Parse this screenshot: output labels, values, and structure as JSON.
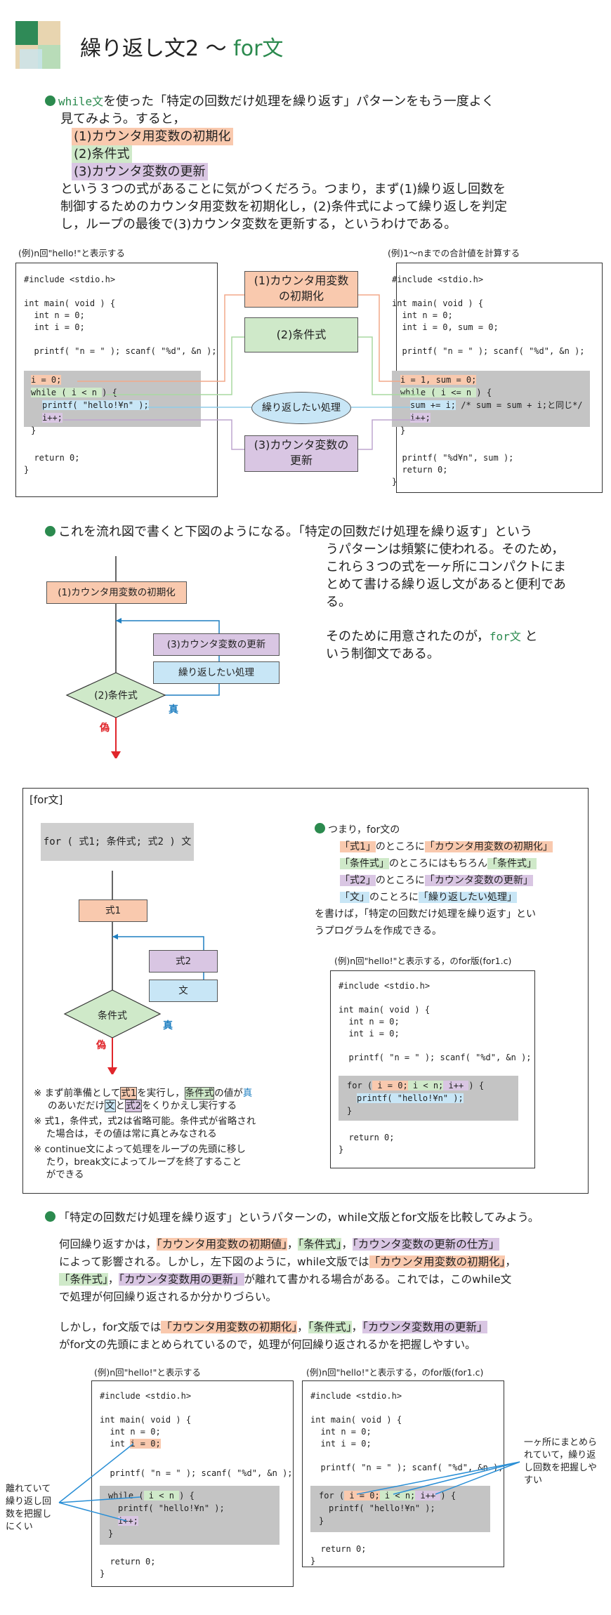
{
  "header": {
    "title": "繰り返し文2 〜 ",
    "title_accent": "for文"
  },
  "intro": {
    "line1_accent": "while文",
    "line1": "を使った「特定の回数だけ処理を繰り返す」パターンをもう一度よく",
    "line2": "見てみよう。すると，",
    "item1": "(1)カウンタ用変数の初期化",
    "item2": "(2)条件式",
    "item3": "(3)カウンタ変数の更新",
    "line3": "という３つの式があることに気がつくだろう。つまり，まず(1)繰り返し回数を",
    "line4": "制御するためのカウンタ用変数を初期化し，(2)条件式によって繰り返しを判定",
    "line5": "し，ループの最後で(3)カウンタ変数を更新する，というわけである。"
  },
  "example1": {
    "left_caption": "(例)n回\"hello!\"と表示する",
    "right_caption": "(例)1〜nまでの合計値を計算する",
    "left_code_top": "#include <stdio.h>\n\nint main( void ) {\n  int n = 0;\n  int i = 0;\n\n  printf( \"n = \" ); scanf( \"%d\", &n );",
    "left_l1": "i = 0;",
    "left_l2a": "while (",
    "left_l2b": " i < n ",
    "left_l2c": ") {",
    "left_l3": "printf( \"hello!¥n\" );",
    "left_l4": "i++;",
    "left_l5": "}",
    "left_code_bottom": "  return 0;\n}",
    "right_code_top": "#include <stdio.h>\n\nint main( void ) {\n  int n = 0;\n  int i = 0, sum = 0;\n\n  printf( \"n = \" ); scanf( \"%d\", &n );",
    "right_l1": "i = 1, sum = 0;",
    "right_l2a": "while (",
    "right_l2b": " i <= n ",
    "right_l2c": ") {",
    "right_l3a": "sum += i;",
    "right_l3b": " /* sum = sum + i;と同じ*/",
    "right_l4": "i++;",
    "right_l5": "}",
    "right_code_bottom": "  printf( \"%d¥n\", sum );\n  return 0;\n}",
    "label_init": "(1)カウンタ用変数\nの初期化",
    "label_cond": "(2)条件式",
    "label_body": "繰り返したい処理",
    "label_update": "(3)カウンタ変数の\n更新"
  },
  "flow_section": {
    "para1": "これを流れ図で書くと下図のようになる。「特定の回数だけ処理を繰り返す」という",
    "para2": "うパターンは頻繁に使われる。そのため，\nこれら３つの式を一ヶ所にコンパクトにま\nとめて書ける繰り返し文があると便利であ\nる。",
    "para3a": "そのために用意されたのが，",
    "para3_accent": "for文",
    "para3b": " と\nいう制御文である。",
    "fc_init": "(1)カウンタ用変数の初期化",
    "fc_update": "(3)カウンタ変数の更新",
    "fc_body": "繰り返したい処理",
    "fc_cond": "(2)条件式",
    "fc_true": "真",
    "fc_false": "偽"
  },
  "for_box": {
    "title": "[for文]",
    "syntax": "for ( 式1; 条件式; 式2 ) 文",
    "fc_e1": "式1",
    "fc_e2": "式2",
    "fc_stmt": "文",
    "fc_cond": "条件式",
    "fc_true": "真",
    "fc_false": "偽",
    "note1a": "※ まず前準備として",
    "note1b": "式1",
    "note1c": "を実行し，",
    "note1d": "条件式",
    "note1e": "の値が",
    "note1f": "真",
    "note1g": "のあいだだけ",
    "note1h": "文",
    "note1i": "と",
    "note1j": "式2",
    "note1k": "をくりかえし実行する",
    "note2": "※ 式1，条件式，式2は省略可能。条件式が省略され\n　 た場合は，その値は常に真とみなされる",
    "note3": "※ continue文によって処理をループの先頭に移し\n　 たり，break文によってループを終了すること\n　 ができる",
    "r_head": "つまり，for文の",
    "r1a": "「式1」",
    "r1b": "のところに",
    "r1c": "「カウンタ用変数の初期化」",
    "r2a": "「条件式」",
    "r2b": "のところにはもちろん",
    "r2c": "「条件式」",
    "r3a": "「式2」",
    "r3b": "のところに",
    "r3c": "「カウンタ変数の更新」",
    "r4a": "「文」",
    "r4b": "のことろに",
    "r4c": "「繰り返したい処理」",
    "r5": "を書けば，「特定の回数だけ処理を繰り返す」とい\nうプログラムを作成できる。",
    "ex_caption": "(例)n回\"hello!\"と表示する，のfor版(for1.c)",
    "ex_code_top": "#include <stdio.h>\n\nint main( void ) {\n  int n = 0;\n  int i = 0;\n\n  printf( \"n = \" ); scanf( \"%d\", &n );",
    "ex_for_a": "for (",
    "ex_for_b": " i = 0;",
    "ex_for_c": " i < n;",
    "ex_for_d": " i++ ",
    "ex_for_e": ") {",
    "ex_printf": "printf( \"hello!¥n\" );",
    "ex_close": "}",
    "ex_code_bottom": "  return 0;\n}"
  },
  "compare": {
    "head": "「特定の回数だけ処理を繰り返す」というパターンの，while文版とfor文版を比較してみよう。",
    "p1a": "何回繰り返すかは，",
    "p1b": "「カウンタ用変数の初期値」",
    "p1c": "，",
    "p1d": "「条件式」",
    "p1e": "，",
    "p1f": "「カウンタ変数の更新の仕方」",
    "p2a": "によって影響される。しかし，左下図のように，while文版では",
    "p2b": "「カウンタ用変数の初期化」",
    "p2c": "，",
    "p3a": "「条件式」",
    "p3b": "，",
    "p3c": "「カウンタ変数用の更新」",
    "p3d": "が離れて書かれる場合がある。これでは，このwhile文",
    "p4": "で処理が何回繰り返されるか分かりづらい。",
    "p5a": "しかし，for文版では",
    "p5b": "「カウンタ用変数の初期化」",
    "p5c": "，",
    "p5d": "「条件式」",
    "p5e": "，",
    "p5f": "「カウンタ変数用の更新」",
    "p6": "がfor文の先頭にまとめられているので，処理が何回繰り返されるかを把握しやすい。",
    "left_caption": "(例)n回\"hello!\"と表示する",
    "right_caption": "(例)n回\"hello!\"と表示する，のfor版(for1.c)",
    "left_code_a": "#include <stdio.h>\n\nint main( void ) {\n  int n = 0;",
    "left_int": "  int ",
    "left_init": "i = 0;",
    "left_code_b": "  printf( \"n = \" ); scanf( \"%d\", &n );",
    "left_while_a": "while (",
    "left_while_b": " i < n ",
    "left_while_c": ") {",
    "left_printf": "printf( \"hello!¥n\" );",
    "left_inc": "i++;",
    "left_close": "}",
    "left_code_end": "  return 0;\n}",
    "right_code_a": "#include <stdio.h>\n\nint main( void ) {\n  int n = 0;\n  int i = 0;\n\n  printf( \"n = \" ); scanf( \"%d\", &n );",
    "right_for_a": "for (",
    "right_for_b": " i = 0;",
    "right_for_c": " i < n;",
    "right_for_d": " i++ ",
    "right_for_e": ") {",
    "right_printf": "printf( \"hello!¥n\" );",
    "right_close": "}",
    "right_code_end": "  return 0;\n}",
    "left_note": "離れていて\n繰り返し回\n数を把握し\nにくい",
    "right_note": "一ヶ所にまとめら\nれていて，繰り返\nし回数を把握しや\nすい"
  }
}
